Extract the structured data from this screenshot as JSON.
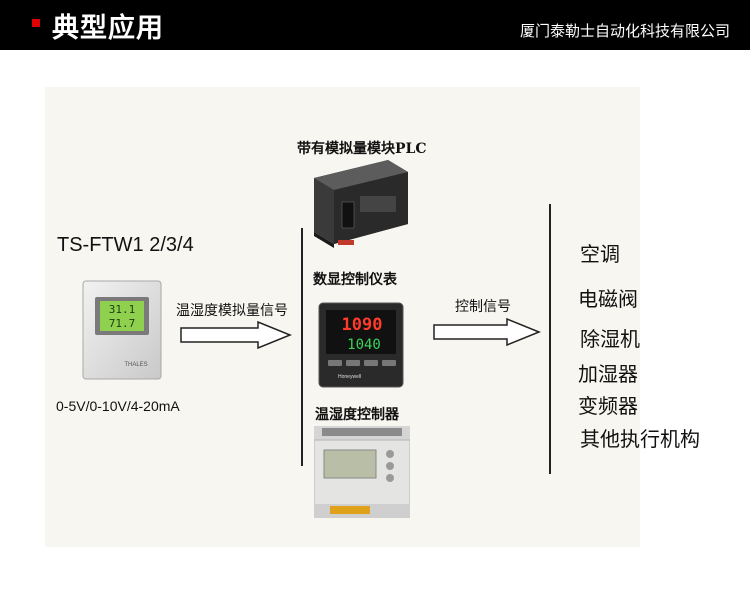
{
  "header": {
    "title": "典型应用",
    "company": "厦门泰勒士自动化科技有限公司",
    "accent_color": "#e10000",
    "bar_color": "#000000"
  },
  "sensor": {
    "model": "TS-FTW1 2/3/4",
    "display_top": "31.1",
    "display_bottom": "71.7",
    "brand": "THALES",
    "output_range": "0-5V/0-10V/4-20mA"
  },
  "signals": {
    "input_label": "温湿度模拟量信号",
    "output_label": "控制信号"
  },
  "devices": {
    "plc": {
      "caption": "带有模拟量模块PLC"
    },
    "meter": {
      "caption": "数显控制仪表",
      "display_top": "1090",
      "display_bottom": "1040",
      "brand": "Honeywell"
    },
    "controller": {
      "caption": "温湿度控制器"
    }
  },
  "outputs": [
    "空调",
    "电磁阀",
    "除湿机",
    "加湿器",
    "变频器",
    "其他执行机构"
  ]
}
